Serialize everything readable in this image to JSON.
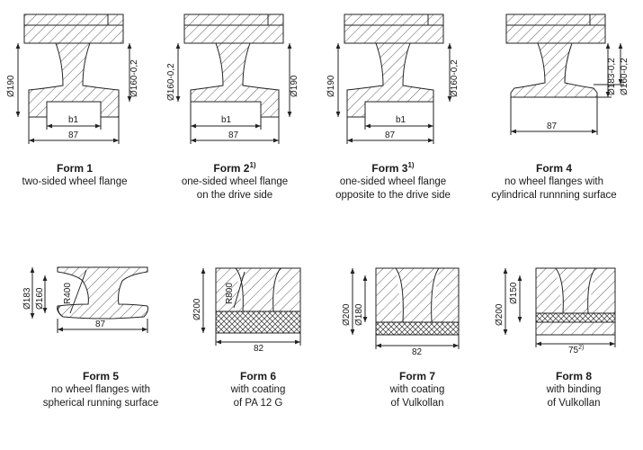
{
  "forms": [
    {
      "title": "Form 1",
      "sup": "",
      "desc": [
        "two-sided wheel flange"
      ],
      "dims": {
        "left": "Ø190",
        "right": "Ø160-0,2",
        "inner": "b1",
        "bottom": "87"
      }
    },
    {
      "title": "Form 2",
      "sup": "1)",
      "desc": [
        "one-sided wheel flange",
        "on the drive side"
      ],
      "dims": {
        "left": "Ø160-0,2",
        "right": "Ø190",
        "inner": "b1",
        "bottom": "87"
      }
    },
    {
      "title": "Form 3",
      "sup": "1)",
      "desc": [
        "one-sided wheel flange",
        "opposite to the drive side"
      ],
      "dims": {
        "left": "Ø190",
        "right": "Ø160-0,2",
        "inner": "b1",
        "bottom": "87"
      }
    },
    {
      "title": "Form 4",
      "sup": "",
      "desc": [
        "no wheel flanges with",
        "cylindrical runnning surface"
      ],
      "dims": {
        "right1": "Ø183-0,2",
        "right2": "Ø160-0,2",
        "bottom": "87"
      }
    },
    {
      "title": "Form 5",
      "sup": "",
      "desc": [
        "no wheel flanges with",
        "spherical running surface"
      ],
      "dims": {
        "left1": "Ø183",
        "left2": "Ø160",
        "radius": "R400",
        "bottom": "87"
      }
    },
    {
      "title": "Form 6",
      "sup": "",
      "desc": [
        "with coating",
        "of PA 12 G"
      ],
      "dims": {
        "left": "Ø200",
        "radius": "R800",
        "bottom": "82"
      }
    },
    {
      "title": "Form 7",
      "sup": "",
      "desc": [
        "with coating",
        "of Vulkollan"
      ],
      "dims": {
        "left1": "Ø200",
        "left2": "Ø180",
        "bottom": "82"
      }
    },
    {
      "title": "Form 8",
      "sup": "",
      "desc": [
        "with binding",
        "of Vulkollan"
      ],
      "dims": {
        "left1": "Ø200",
        "left2": "Ø150",
        "bottom": "75",
        "bottom_sup": "2)"
      }
    }
  ]
}
